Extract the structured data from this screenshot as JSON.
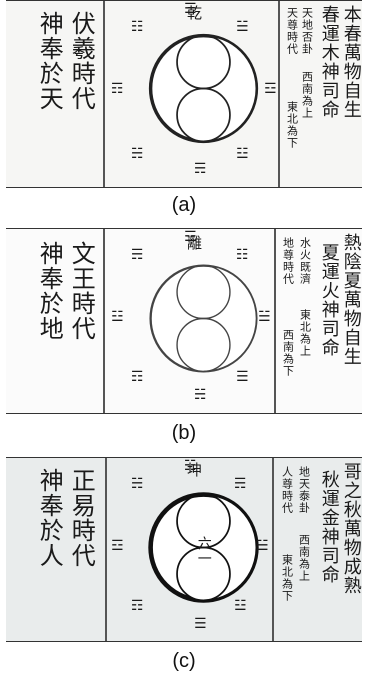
{
  "panels": [
    {
      "caption": "(a)",
      "era_title": "伏羲時代",
      "worship": "神奉於天",
      "right_main": "本春萬物自生",
      "right_2": "春運木神司命",
      "right_3": "天地否卦",
      "right_4": "天尊時代",
      "right_5": "西南為上",
      "right_6": "東北為下",
      "top_label": "乾"
    },
    {
      "caption": "(b)",
      "era_title": "文王時代",
      "worship": "神奉於地",
      "right_main": "熱陰夏萬物自生",
      "right_2": "夏運火神司命",
      "right_3": "水火既濟",
      "right_4": "地尊時代",
      "right_5": "東北為上",
      "right_6": "西南為下",
      "top_label": "離"
    },
    {
      "caption": "(c)",
      "era_title": "正易時代",
      "worship": "神奉於人",
      "right_main": "哥之秋萬物成熟",
      "right_2": "秋運金神司命",
      "right_3": "地天泰卦",
      "right_4": "人尊時代",
      "right_5": "西南為上",
      "right_6": "東北為下",
      "top_label": "坤",
      "center_label": "六一"
    }
  ],
  "trigrams": [
    "☰",
    "☱",
    "☲",
    "☳",
    "☴",
    "☵",
    "☶",
    "☷"
  ]
}
